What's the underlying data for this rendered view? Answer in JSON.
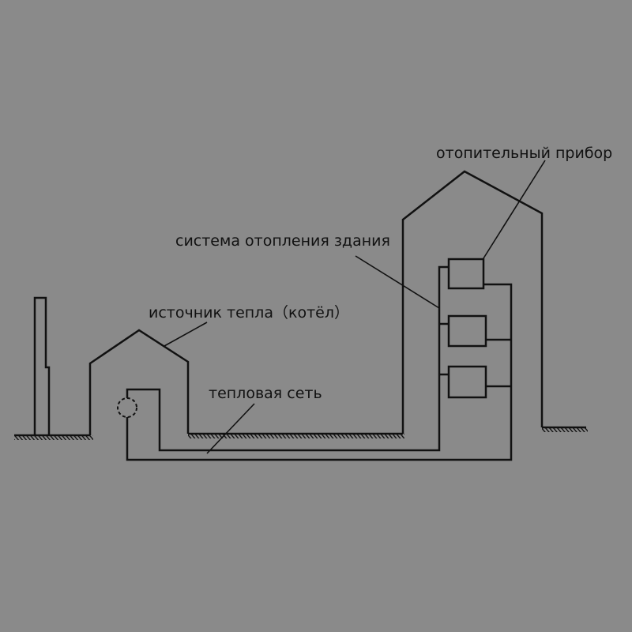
{
  "labels": {
    "heating_device": "отопительный прибор",
    "building_heating_system": "система отопления здания",
    "heat_source": "источник тепла（котёл）",
    "heat_network": "тепловая сеть"
  },
  "colors": {
    "background": "#8a8a8a",
    "line": "#111111"
  }
}
